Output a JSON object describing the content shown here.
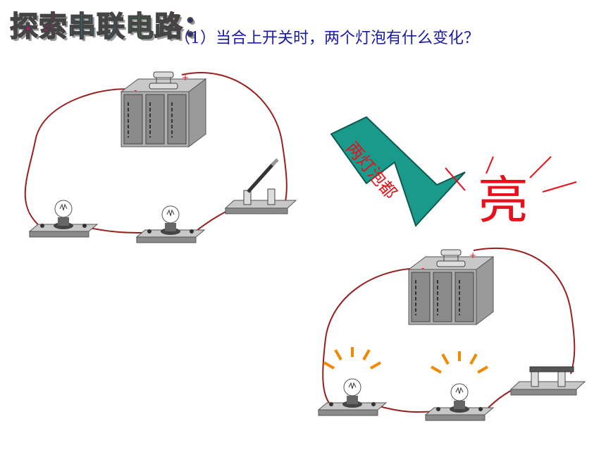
{
  "title": {
    "chars": [
      "探",
      "索",
      "串",
      "联",
      "电",
      "路",
      "："
    ],
    "colors": [
      "#e4007f",
      "#e4007f",
      "#00a0e9",
      "#00a0e9",
      "#22ac38",
      "#e4007f",
      "#1a1aa8"
    ]
  },
  "question": "（1）当合上开关时，两个灯泡有什么变化？",
  "arrow_text": "两灯泡都",
  "result_char": "亮",
  "colors": {
    "wire": "#9a2020",
    "arrow": "#1a9a8a",
    "arrow_text": "#e8101a",
    "rays": "#e8101a",
    "glow": "#f08a00"
  },
  "icons": {
    "battery": "battery-icon",
    "bulb": "light-bulb-icon",
    "switch": "knife-switch-icon"
  }
}
